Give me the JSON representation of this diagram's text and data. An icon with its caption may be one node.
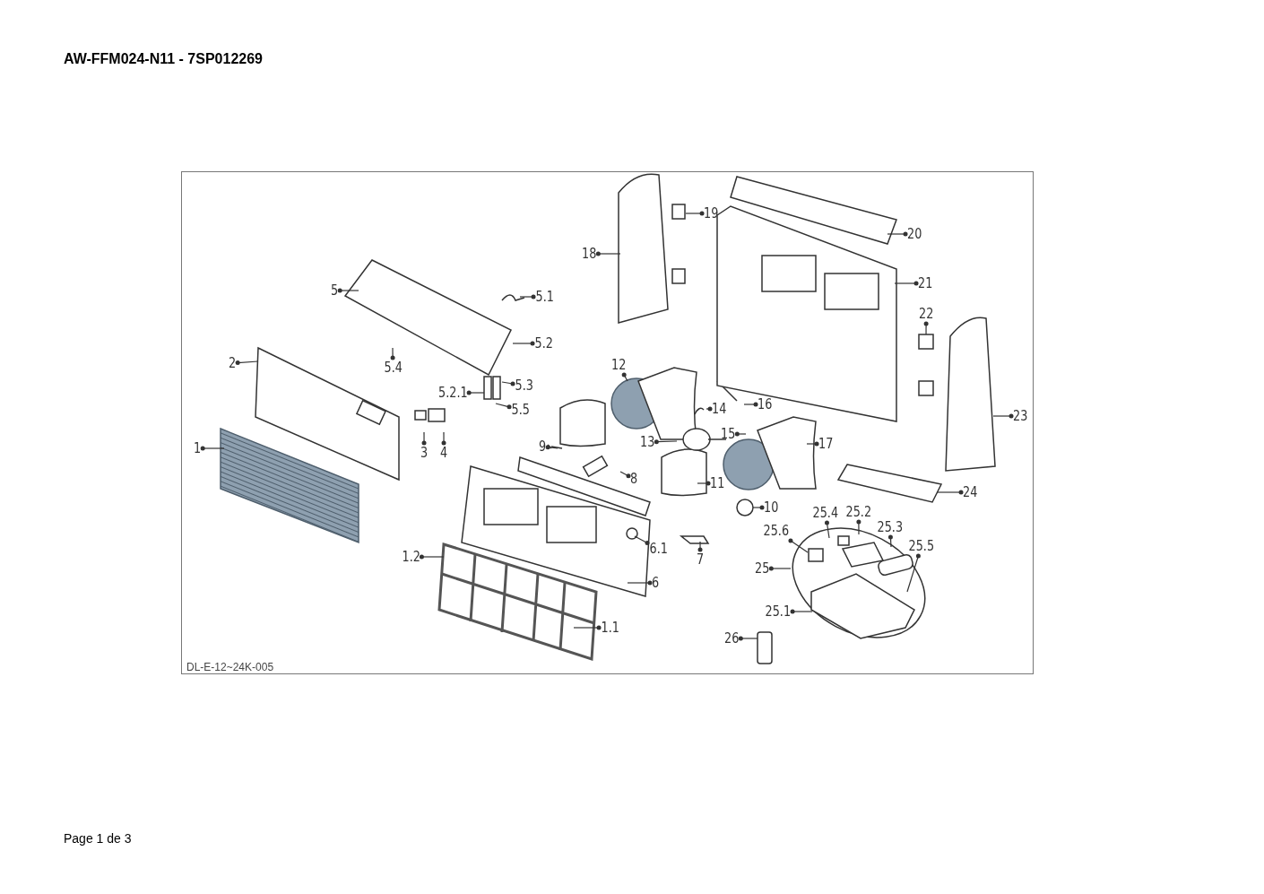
{
  "diagram": {
    "title": "AW-FFM024-N11 - 7SP012269",
    "nodes": [
      {
        "text": [
          "1"
        ]
      },
      {
        "text": [
          "1.1"
        ]
      },
      {
        "text": [
          "1.2"
        ]
      },
      {
        "text": [
          "2"
        ]
      },
      {
        "text": [
          "3"
        ]
      },
      {
        "text": [
          "4"
        ]
      },
      {
        "text": [
          "5"
        ]
      },
      {
        "text": [
          "5.1"
        ]
      },
      {
        "text": [
          "5.2"
        ]
      },
      {
        "text": [
          "5.2.1"
        ]
      },
      {
        "text": [
          "5.3"
        ]
      },
      {
        "text": [
          "5.4"
        ]
      },
      {
        "text": [
          "5.5"
        ]
      },
      {
        "text": [
          "6"
        ]
      },
      {
        "text": [
          "6.1"
        ]
      },
      {
        "text": [
          "7"
        ]
      },
      {
        "text": [
          "8"
        ]
      },
      {
        "text": [
          "9"
        ]
      },
      {
        "text": [
          "10"
        ]
      },
      {
        "text": [
          "11"
        ]
      },
      {
        "text": [
          "12"
        ]
      },
      {
        "text": [
          "13"
        ]
      },
      {
        "text": [
          "14"
        ]
      },
      {
        "text": [
          "15"
        ]
      },
      {
        "text": [
          "16"
        ]
      },
      {
        "text": [
          "17"
        ]
      },
      {
        "text": [
          "18"
        ]
      },
      {
        "text": [
          "19"
        ]
      },
      {
        "text": [
          "20"
        ]
      },
      {
        "text": [
          "21"
        ]
      },
      {
        "text": [
          "22"
        ]
      },
      {
        "text": [
          "23"
        ]
      },
      {
        "text": [
          "24"
        ]
      },
      {
        "text": [
          "25"
        ]
      },
      {
        "text": [
          "25.1"
        ]
      },
      {
        "text": [
          "25.2"
        ]
      },
      {
        "text": [
          "25.3"
        ]
      },
      {
        "text": [
          "25.4"
        ]
      },
      {
        "text": [
          "25.5"
        ]
      },
      {
        "text": [
          "25.6"
        ]
      },
      {
        "text": [
          "26"
        ]
      }
    ],
    "edges": [
      {
        "from": 0,
        "to": null,
        "arrow": "other"
      },
      {
        "from": 1,
        "to": null,
        "arrow": "other"
      },
      {
        "from": 2,
        "to": null,
        "arrow": "other"
      },
      {
        "from": 3,
        "to": null,
        "arrow": "other"
      },
      {
        "from": 4,
        "to": null,
        "arrow": "other"
      },
      {
        "from": 5,
        "to": null,
        "arrow": "other"
      },
      {
        "from": 6,
        "to": null,
        "arrow": "other"
      },
      {
        "from": 7,
        "to": null,
        "arrow": "other"
      },
      {
        "from": 8,
        "to": null,
        "arrow": "other"
      },
      {
        "from": 9,
        "to": null,
        "arrow": "other"
      },
      {
        "from": 10,
        "to": null,
        "arrow": "other"
      },
      {
        "from": 11,
        "to": null,
        "arrow": "other"
      },
      {
        "from": 12,
        "to": null,
        "arrow": "other"
      },
      {
        "from": 13,
        "to": null,
        "arrow": "other"
      },
      {
        "from": 14,
        "to": null,
        "arrow": "other"
      },
      {
        "from": 15,
        "to": null,
        "arrow": "other"
      },
      {
        "from": 16,
        "to": null,
        "arrow": "other"
      },
      {
        "from": 17,
        "to": null,
        "arrow": "other"
      },
      {
        "from": 18,
        "to": null,
        "arrow": "other"
      },
      {
        "from": 19,
        "to": null,
        "arrow": "other"
      },
      {
        "from": 20,
        "to": null,
        "arrow": "other"
      },
      {
        "from": 21,
        "to": null,
        "arrow": "other"
      },
      {
        "from": 22,
        "to": null,
        "arrow": "other"
      },
      {
        "from": 23,
        "to": null,
        "arrow": "other"
      },
      {
        "from": 24,
        "to": null,
        "arrow": "other"
      },
      {
        "from": 25,
        "to": null,
        "arrow": "other"
      },
      {
        "from": 26,
        "to": null,
        "arrow": "other"
      },
      {
        "from": 27,
        "to": null,
        "arrow": "other"
      },
      {
        "from": 28,
        "to": null,
        "arrow": "other"
      },
      {
        "from": 29,
        "to": null,
        "arrow": "other"
      },
      {
        "from": 30,
        "to": null,
        "arrow": "other"
      },
      {
        "from": 31,
        "to": null,
        "arrow": "other"
      },
      {
        "from": 32,
        "to": null,
        "arrow": "other"
      },
      {
        "from": 33,
        "to": null,
        "arrow": "other"
      },
      {
        "from": 34,
        "to": null,
        "arrow": "other"
      },
      {
        "from": 35,
        "to": null,
        "arrow": "other"
      },
      {
        "from": 36,
        "to": null,
        "arrow": "other"
      },
      {
        "from": 37,
        "to": null,
        "arrow": "other"
      },
      {
        "from": 38,
        "to": null,
        "arrow": "other"
      },
      {
        "from": 39,
        "to": null,
        "arrow": "other"
      },
      {
        "from": 40,
        "to": null,
        "arrow": "other"
      }
    ],
    "labels": [
      "DL-E-12~24K-005",
      "Page 1 de 3"
    ]
  }
}
